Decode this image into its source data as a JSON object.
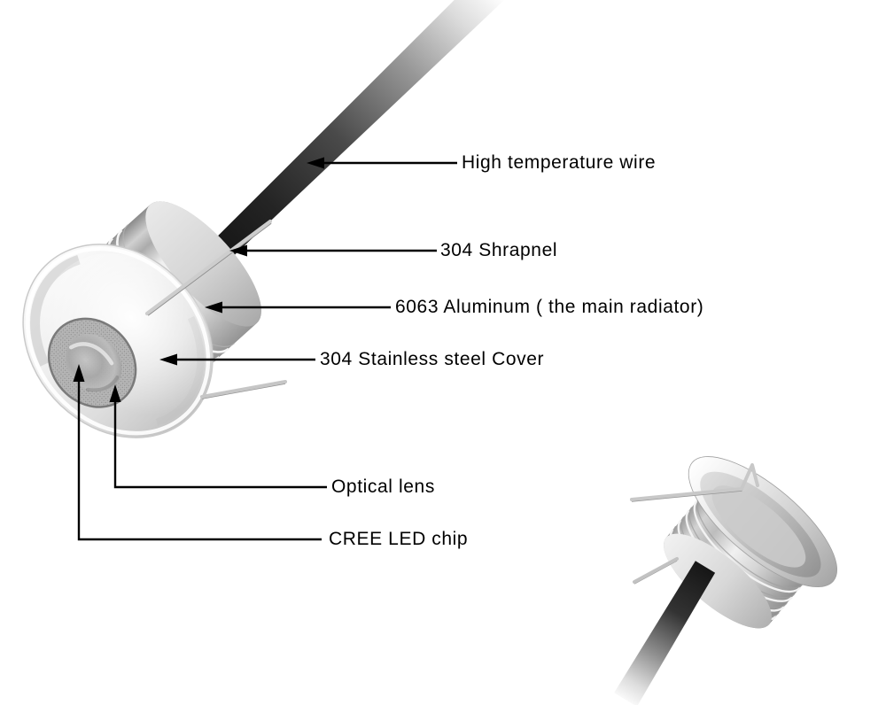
{
  "diagram": {
    "type": "product-annotation",
    "labels": [
      {
        "id": "high-temperature-wire",
        "text": "High temperature wire"
      },
      {
        "id": "shrapnel",
        "text": "304 Shrapnel"
      },
      {
        "id": "aluminum-radiator",
        "text": "6063 Aluminum ( the main radiator)"
      },
      {
        "id": "stainless-steel-cover",
        "text": "304 Stainless steel Cover"
      },
      {
        "id": "optical-lens",
        "text": "Optical lens"
      },
      {
        "id": "cree-led-chip",
        "text": "CREE LED chip"
      }
    ],
    "colors": {
      "background": "#ffffff",
      "label_text": "#000000",
      "leader_line": "#000000",
      "cable_dark": "#141414",
      "metal_highlight": "#f6f6f6",
      "metal_mid": "#c9c9c9",
      "metal_shadow": "#8a8a8a"
    }
  }
}
